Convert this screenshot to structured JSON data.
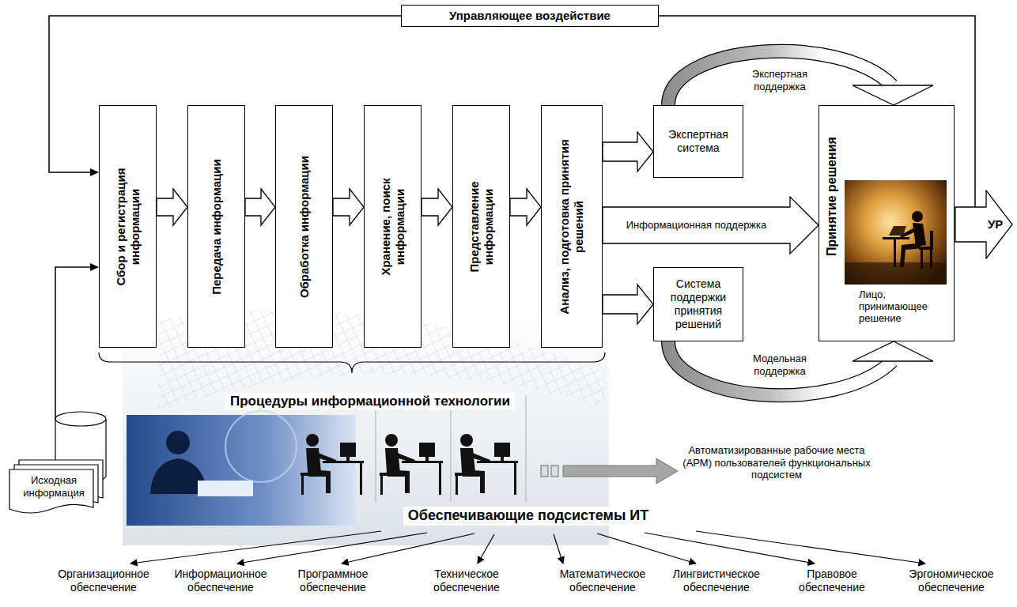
{
  "diagram": {
    "nodes": [
      {
        "text": [
          "Сбор и регистрация информации"
        ]
      },
      {
        "text": [
          "Передача информации"
        ]
      },
      {
        "text": [
          "Обработка информации"
        ]
      },
      {
        "text": [
          "Хранение, поиск информации"
        ]
      },
      {
        "text": [
          "Представление информации"
        ]
      },
      {
        "text": [
          "Анализ, подготовка принятия решений"
        ]
      },
      {
        "text": [
          "Экспертная система"
        ]
      },
      {
        "text": [
          "Система поддержки принятия решений"
        ]
      },
      {
        "text": [
          "Принятие решения",
          "Лицо, принимающее решение"
        ]
      },
      {
        "text": [
          "УР"
        ]
      },
      {
        "text": [
          "Исходная информация"
        ]
      }
    ],
    "edges": [
      {
        "from": 0,
        "to": 1,
        "arrow": "to"
      },
      {
        "from": 1,
        "to": 2,
        "arrow": "to"
      },
      {
        "from": 2,
        "to": 3,
        "arrow": "to"
      },
      {
        "from": 3,
        "to": 4,
        "arrow": "to"
      },
      {
        "from": 4,
        "to": 5,
        "arrow": "to"
      },
      {
        "from": 5,
        "to": 6,
        "arrow": "to"
      },
      {
        "from": 5,
        "to": 8,
        "label": "Информационная поддержка",
        "arrow": "to"
      },
      {
        "from": 5,
        "to": 7,
        "arrow": "to"
      },
      {
        "from": 6,
        "to": 8,
        "label": "Экспертная поддержка",
        "arrow": "to"
      },
      {
        "from": 7,
        "to": 8,
        "label": "Модельная поддержка",
        "arrow": "to"
      },
      {
        "from": 9,
        "to": 0,
        "label": "Управляющее воздействие",
        "arrow": "to"
      },
      {
        "from": 10,
        "to": 0,
        "arrow": "to"
      }
    ],
    "labels": [
      "Процедуры информационной технологии",
      "Автоматизированные рабочие места (АРМ) пользователей функциональных подсистем",
      "Обеспечивающие подсистемы ИТ",
      "Организационное обеспечение",
      "Информационное обеспечение",
      "Программное обеспечение",
      "Техническое обеспечение",
      "Математическое обеспечение",
      "Лингвистическое обеспечение",
      "Правовое обеспечение",
      "Эргономическое обеспечение"
    ]
  }
}
